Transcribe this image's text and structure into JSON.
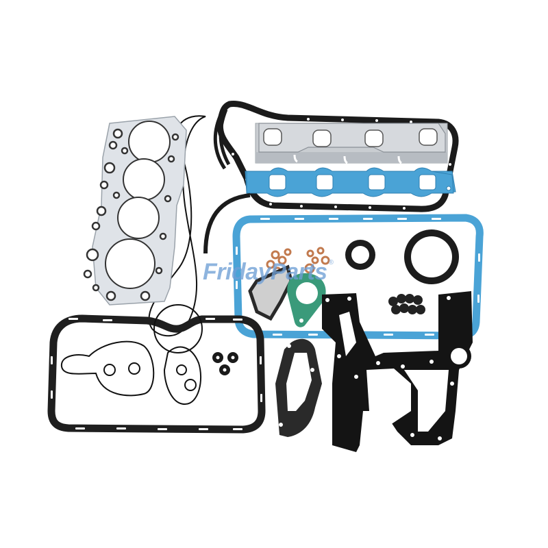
{
  "image": {
    "subject": "Engine full gasket kit product photo",
    "background_color": "#ffffff"
  },
  "watermark": {
    "text": "FridayParts",
    "mark": "®",
    "color": "#6f9fd6"
  },
  "components": [
    {
      "name": "cylinder-head-gasket",
      "color": "#d9dde2",
      "bores": 4
    },
    {
      "name": "valve-cover-gasket",
      "color": "#1b1b1b"
    },
    {
      "name": "exhaust-manifold-gasket",
      "color": "#c8ccd0",
      "ports": 4
    },
    {
      "name": "intake-manifold-gasket",
      "color": "#4aa3d6",
      "ports": 4
    },
    {
      "name": "oil-pan-gasket-blue",
      "color": "#4aa3d6"
    },
    {
      "name": "oil-pan-gasket-black",
      "color": "#1f1f1f"
    },
    {
      "name": "timing-cover-gasket",
      "color": "#111111"
    },
    {
      "name": "front-crankshaft-seal",
      "color": "#1a1a1a"
    },
    {
      "name": "rear-crankshaft-seal",
      "color": "#1a1a1a"
    },
    {
      "name": "valve-stem-seals",
      "color": "#222222",
      "count": 8
    },
    {
      "name": "copper-washers",
      "color": "#c27a4e"
    },
    {
      "name": "thermostat-gasket",
      "color": "#3a9a7a"
    },
    {
      "name": "water-pump-gasket",
      "color": "#2a2a2a"
    },
    {
      "name": "o-rings",
      "color": "#111111"
    }
  ]
}
